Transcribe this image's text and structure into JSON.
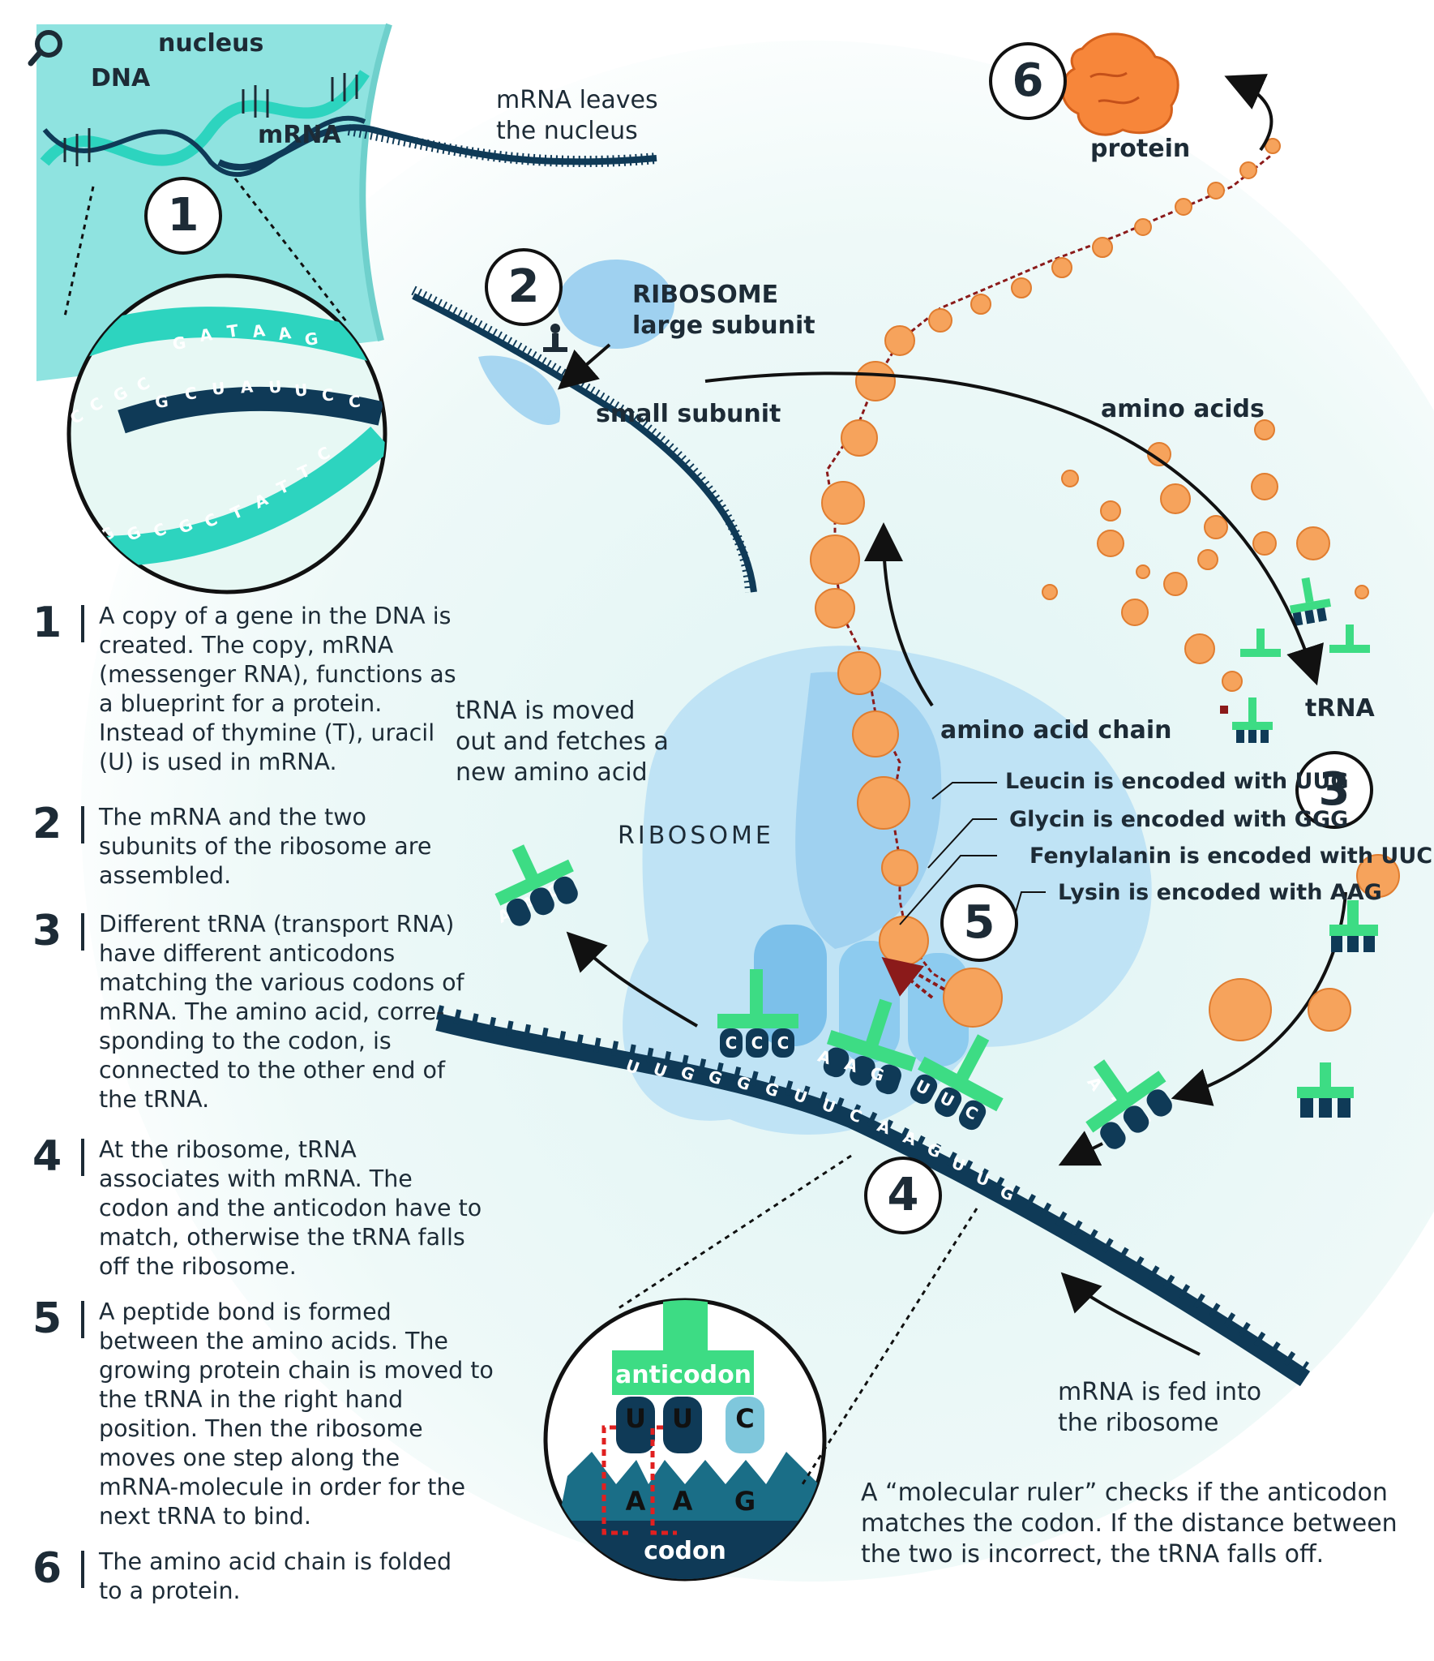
{
  "labels": {
    "nucleus": "nucleus",
    "dna": "DNA",
    "mrna": "mRNA",
    "mrna_leaves": [
      "mRNA leaves",
      "the nucleus"
    ],
    "ribosome_large": [
      "RIBOSOME",
      "large subunit"
    ],
    "small_subunit": "small subunit",
    "amino_acids": "amino acids",
    "protein": "protein",
    "trna": "tRNA",
    "amino_acid_chain": "amino acid chain",
    "trna_moved": [
      "tRNA is moved",
      "out and fetches a",
      "new amino acid"
    ],
    "ribosome": "RIBOSOME",
    "mrna_fed": [
      "mRNA is fed into",
      "the ribosome"
    ],
    "anticodon": "anticodon",
    "codon": "codon",
    "molecular_ruler": [
      "A “molecular ruler” checks if the anticodon",
      "matches the codon. If the distance between",
      "the two is incorrect, the tRNA falls off."
    ]
  },
  "callouts": [
    "Leucin is encoded with UUG",
    "Glycin is encoded with GGG",
    "Fenylalanin is encoded with UUC",
    "Lysin is encoded with AAG"
  ],
  "circle_numbers": [
    "1",
    "2",
    "3",
    "4",
    "5",
    "6"
  ],
  "steps": [
    {
      "num": "1",
      "lines": [
        "A copy of a gene in the DNA is",
        "created. The copy, mRNA",
        "(messenger RNA), functions as",
        "a blueprint for a protein.",
        "Instead of thymine (T), uracil",
        "(U) is used in mRNA."
      ]
    },
    {
      "num": "2",
      "lines": [
        "The mRNA and the two",
        "subunits of the ribosome are",
        "assembled."
      ]
    },
    {
      "num": "3",
      "lines": [
        "Different tRNA (transport RNA)",
        "have different anticodons",
        "matching the various codons of",
        "mRNA. The amino acid, corre-",
        "sponding to the codon, is",
        "connected to the other end of",
        "the tRNA."
      ]
    },
    {
      "num": "4",
      "lines": [
        "At the ribosome, tRNA",
        "associates with mRNA. The",
        "codon and the anticodon have to",
        "match, otherwise the tRNA falls",
        "off the ribosome."
      ]
    },
    {
      "num": "5",
      "lines": [
        "A peptide bond is formed",
        "between the amino acids. The",
        "growing protein chain is moved to",
        "the tRNA in the right hand",
        "position. Then the ribosome",
        "moves one step along the",
        "mRNA-molecule in order for the",
        "next tRNA to bind."
      ]
    },
    {
      "num": "6",
      "lines": [
        "The amino acid chain is folded",
        "to a protein."
      ]
    }
  ],
  "dna_inset": {
    "top_strand": [
      "G",
      "A",
      "T",
      "A",
      "A",
      "G"
    ],
    "top_left": [
      "C",
      "C",
      "G",
      "C"
    ],
    "mrna_strand": [
      "G",
      "C",
      "U",
      "A",
      "U",
      "U",
      "C",
      "C"
    ],
    "bottom_strand": [
      "G",
      "G",
      "C",
      "G",
      "C",
      "T",
      "A",
      "T",
      "T",
      "C"
    ]
  },
  "ribosome_letters": {
    "mrna": [
      "U",
      "U",
      "G",
      "G",
      "G",
      "G",
      "U",
      "U",
      "C",
      "A",
      "A",
      "G",
      "U",
      "U",
      "G"
    ],
    "trna_ccc": [
      "C",
      "C",
      "C"
    ],
    "trna_aag": [
      "A",
      "A",
      "G"
    ],
    "trna_uuc": [
      "U",
      "U",
      "C"
    ],
    "trna_aac_left": [
      "A",
      "A",
      "C"
    ],
    "trna_aac_right": [
      "A",
      "A",
      "C"
    ]
  },
  "codon_inset": {
    "anticodon": [
      "U",
      "U",
      "C"
    ],
    "codon": [
      "A",
      "A",
      "G"
    ]
  },
  "colors": {
    "nucleus": "#8fe3e0",
    "teal": "#2dd4bf",
    "navy": "#0f3a57",
    "ribosome": "#9fd1f0",
    "ribosome_dark": "#7cc0ea",
    "amino": "#f6a35c",
    "chain": "#8b1a1a",
    "trna_green": "#3ddc84",
    "pale_bg": "#e7f8f4"
  },
  "icons": [
    "search-icon"
  ]
}
